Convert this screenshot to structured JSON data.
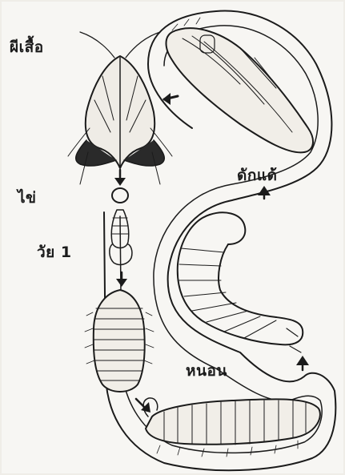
{
  "labels": {
    "adult": "ผีเสื้อ",
    "egg": "ไข่",
    "first_instar": "วัย 1",
    "pupa": "ดักแด้",
    "larva": "หนอน"
  },
  "colors": {
    "ink": "#1b1b1b",
    "paper": "#f7f6f3"
  }
}
